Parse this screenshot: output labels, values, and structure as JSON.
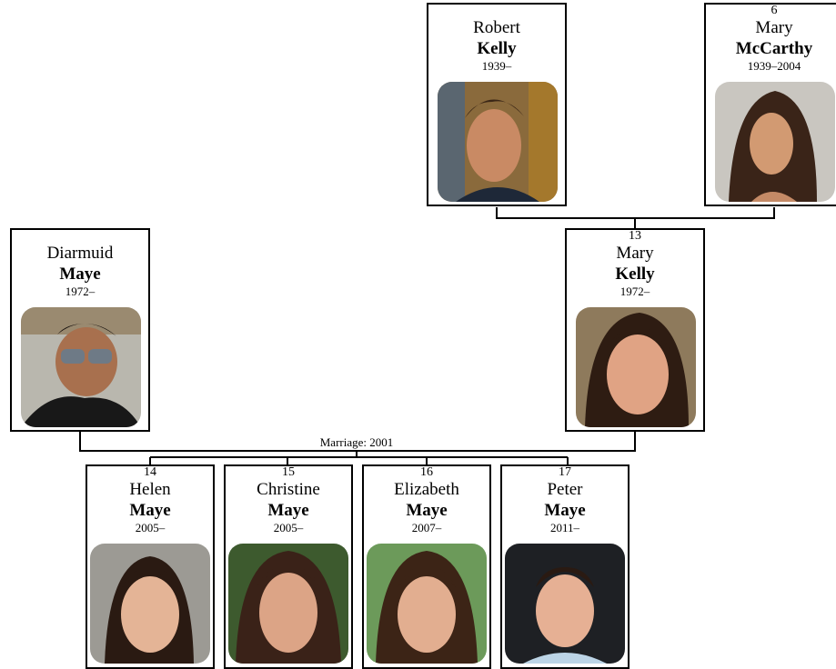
{
  "people": {
    "robert": {
      "number": "",
      "given": "Robert",
      "surname": "Kelly",
      "years": "1939–",
      "photo": "portrait-photo"
    },
    "mary_mccarthy": {
      "number": "6",
      "given": "Mary",
      "surname": "McCarthy",
      "years": "1939–2004",
      "photo": "portrait-photo"
    },
    "diarmuid": {
      "number": "",
      "given": "Diarmuid",
      "surname": "Maye",
      "years": "1972–",
      "photo": "portrait-photo"
    },
    "mary_kelly": {
      "number": "13",
      "given": "Mary",
      "surname": "Kelly",
      "years": "1972–",
      "photo": "portrait-photo"
    },
    "helen": {
      "number": "14",
      "given": "Helen",
      "surname": "Maye",
      "years": "2005–",
      "photo": "portrait-photo"
    },
    "christine": {
      "number": "15",
      "given": "Christine",
      "surname": "Maye",
      "years": "2005–",
      "photo": "portrait-photo"
    },
    "elizabeth": {
      "number": "16",
      "given": "Elizabeth",
      "surname": "Maye",
      "years": "2007–",
      "photo": "portrait-photo"
    },
    "peter": {
      "number": "17",
      "given": "Peter",
      "surname": "Maye",
      "years": "2011–",
      "photo": "portrait-photo"
    }
  },
  "marriage_label": "Marriage: 2001",
  "colors": {
    "border": "#000000",
    "background": "#ffffff"
  }
}
